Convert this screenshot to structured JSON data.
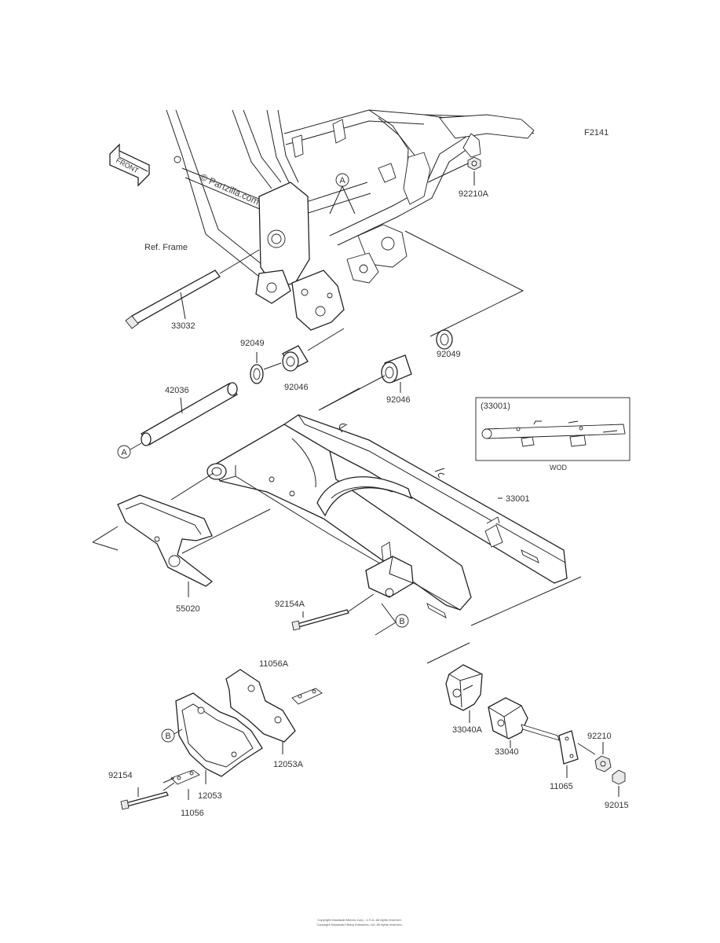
{
  "diagram_code": "F2141",
  "front_label": "FRONT",
  "watermark": "© Partzilla.com",
  "ref_frame": "Ref. Frame",
  "callouts": {
    "a": "A",
    "b": "B"
  },
  "inset": {
    "part_ref": "(33001)",
    "caption": "WOD"
  },
  "parts": {
    "p92210A": "92210A",
    "p33032": "33032",
    "p92049_left": "92049",
    "p92046_left": "92046",
    "p92046_right": "92046",
    "p92049_right": "92049",
    "p42036": "42036",
    "p33001": "33001",
    "p55020": "55020",
    "p92154A": "92154A",
    "p11056A": "11056A",
    "p12053A": "12053A",
    "p92154": "92154",
    "p11056": "11056",
    "p12053": "12053",
    "p33040A": "33040A",
    "p33040": "33040",
    "p11065": "11065",
    "p92210": "92210",
    "p92015": "92015"
  },
  "footer": {
    "line1": "Copyright Kawasaki Motors Corp., U.S.A. All rights reserved.",
    "line2": "Copyright Kawasaki Heavy Industries, Ltd. All rights reserved."
  }
}
